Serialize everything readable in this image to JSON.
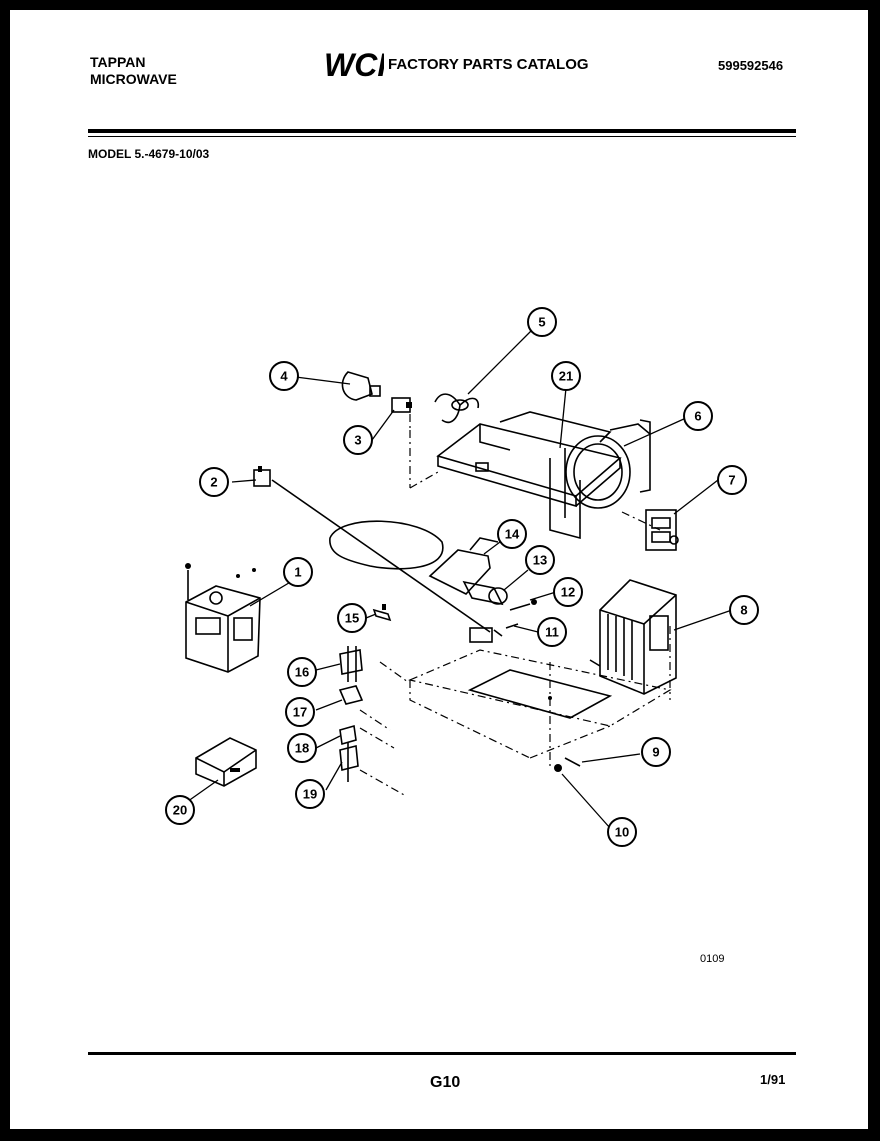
{
  "header": {
    "brand_line1": "TAPPAN",
    "brand_line2": "MICROWAVE",
    "logo_text": "WCI",
    "catalog_title": "FACTORY PARTS CATALOG",
    "catalog_number": "599592546",
    "model": "MODEL 5.-4679-10/03"
  },
  "diagram": {
    "callouts": [
      "1",
      "2",
      "3",
      "4",
      "5",
      "6",
      "7",
      "8",
      "9",
      "10",
      "11",
      "12",
      "13",
      "14",
      "15",
      "16",
      "17",
      "18",
      "19",
      "20",
      "21"
    ],
    "figure_code": "0109"
  },
  "footer": {
    "page_code": "G10",
    "date": "1/91"
  }
}
